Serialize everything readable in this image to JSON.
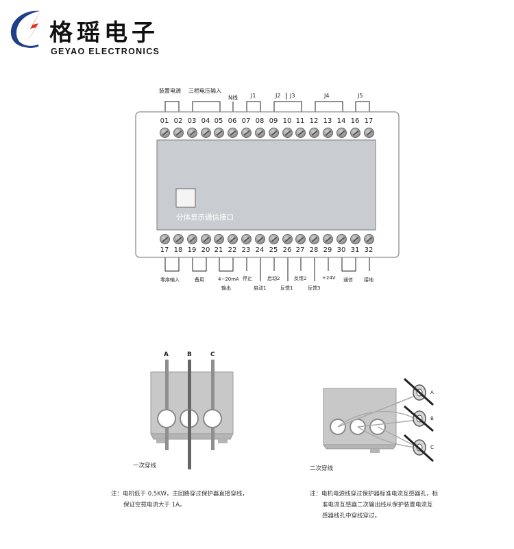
{
  "header": {
    "brand_cn": "格瑶电子",
    "brand_en": "GEYAO ELECTRONICS"
  },
  "top_labels": {
    "power": "装置电源",
    "three_phase": "三相电压输入",
    "n_line": "N线",
    "j1": "J1",
    "j2": "J2",
    "j3": "J3",
    "j4": "J4",
    "j5": "J5"
  },
  "top_terminals": [
    "01",
    "02",
    "03",
    "04",
    "05",
    "06",
    "07",
    "08",
    "09",
    "10",
    "11",
    "12",
    "13",
    "14",
    "16",
    "17"
  ],
  "bottom_terminals": [
    "17",
    "18",
    "19",
    "20",
    "21",
    "22",
    "23",
    "24",
    "25",
    "26",
    "27",
    "28",
    "29",
    "30",
    "31",
    "32"
  ],
  "display": {
    "label": "分体显示通信接口"
  },
  "bottom_labels": {
    "phase_seq": "零序输入",
    "spare": "备用",
    "output_ma": "4~20mA",
    "output": "输出",
    "stop": "停止",
    "start1": "启动1",
    "start2": "启动2",
    "feedback1": "反馈1",
    "feedback2": "反馈2",
    "feedback3": "反馈3",
    "plus24v": "+24V",
    "comm": "通信",
    "ground": "接地"
  },
  "ct_primary": {
    "phase_a": "A",
    "phase_b": "B",
    "phase_c": "C",
    "caption": "一次穿线",
    "note_line1": "注：电机低于 0.5KW，主回路穿过保护器直接穿线，",
    "note_line2": "保证空载电流大于 1A。"
  },
  "ct_secondary": {
    "phase_a": "A",
    "phase_b": "B",
    "phase_c": "C",
    "caption": "二次穿线",
    "note_line1": "注：电机电源线穿过保护器标准电流互感器孔，标",
    "note_line2": "准电流互感器二次输出线从保护装置电流互",
    "note_line3": "感器线孔中穿线穿过。"
  }
}
